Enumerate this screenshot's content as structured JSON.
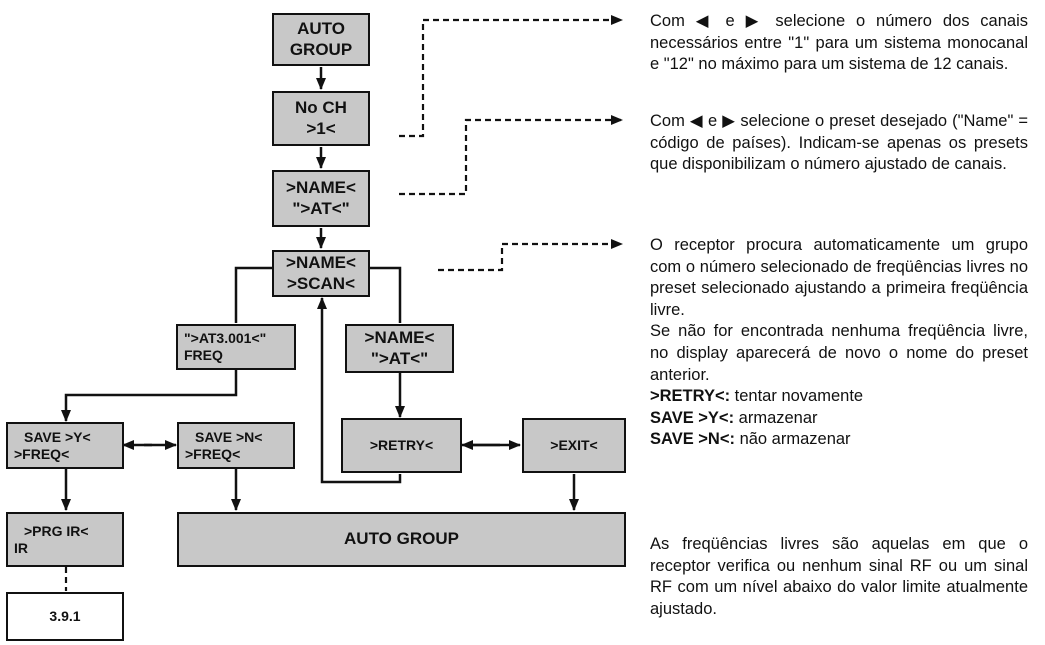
{
  "boxes": {
    "auto_group_top": {
      "line1": "AUTO",
      "line2": "GROUP"
    },
    "no_ch": {
      "line1": "No CH",
      "line2": ">1<"
    },
    "name_at": {
      "line1": ">NAME<",
      "line2": "\">AT<\""
    },
    "name_scan": {
      "line1": ">NAME<",
      "line2": ">SCAN<"
    },
    "at_freq": {
      "line1": "\">AT3.001<\"",
      "line2": "FREQ"
    },
    "name_at_2": {
      "line1": ">NAME<",
      "line2": "\">AT<\""
    },
    "save_y": {
      "line1": "SAVE >Y<",
      "line2": ">FREQ<"
    },
    "save_n": {
      "line1": "SAVE >N<",
      "line2": ">FREQ<"
    },
    "retry": {
      "label": ">RETRY<"
    },
    "exit": {
      "label": ">EXIT<"
    },
    "prg_ir": {
      "line1": ">PRG IR<",
      "line2": "IR"
    },
    "auto_group_bottom": {
      "label": "AUTO GROUP"
    },
    "ref": {
      "label": "3.9.1"
    }
  },
  "text": {
    "p1": "Com ◀ e ▶ selecione o número dos canais necessários entre \"1\" para um sistema monocanal e \"12\" no máximo para um sistema de 12 canais.",
    "p2": "Com ◀ e ▶ selecione o preset desejado (\"Name\" = código de países). Indicam-se apenas os presets que disponibilizam o número ajustado de canais.",
    "p3": "O receptor procura automaticamente um grupo com o número selecionado de freqüências livres no preset selecionado ajustando a primeira freqüência livre.",
    "p4": "Se não for encontrada nenhuma freqüência livre, no display aparecerá de novo o nome do preset anterior.",
    "retry_term": ">RETRY<:",
    "retry_desc": " tentar novamente",
    "save_y_term": "SAVE >Y<:",
    "save_y_desc": " armazenar",
    "save_n_term": "SAVE >N<:",
    "save_n_desc": " não armazenar",
    "p5": "As freqüências livres são aquelas em que o receptor verifica ou nenhum sinal RF ou um sinal RF com um nível abaixo do valor limite atualmente ajustado."
  },
  "colors": {
    "box_fill": "#c8c8c8",
    "line": "#111111",
    "background": "#ffffff"
  }
}
